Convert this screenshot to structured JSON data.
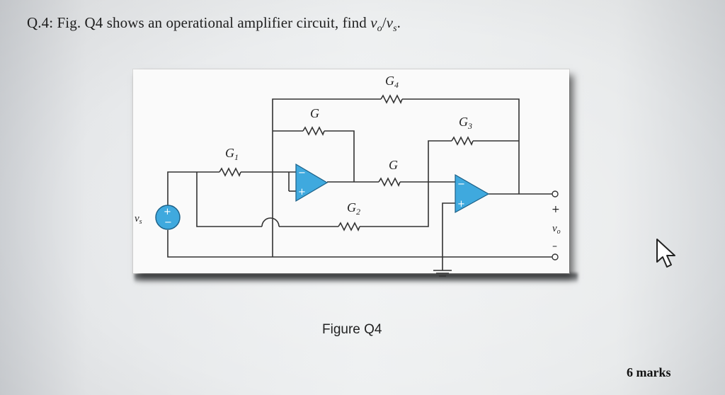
{
  "question": {
    "prefix": "Q.4: Fig. Q4 shows an operational amplifier circuit, find ",
    "ratio_num": "v",
    "ratio_num_sub": "o",
    "ratio_sep": "/",
    "ratio_den": "v",
    "ratio_den_sub": "s",
    "suffix": "."
  },
  "circuit": {
    "labels": {
      "g4": "G",
      "g4_sub": "4",
      "g_top": "G",
      "g3": "G",
      "g3_sub": "3",
      "g1": "G",
      "g1_sub": "1",
      "g_mid": "G",
      "g2": "G",
      "g2_sub": "2",
      "vs": "v",
      "vs_sub": "s",
      "vo": "v",
      "vo_sub": "o",
      "out_plus": "+",
      "out_minus": "–",
      "opamp_minus": "−",
      "opamp_plus": "+",
      "src_plus": "+",
      "src_minus": "−"
    },
    "colors": {
      "opamp_fill": "#3fa9de",
      "wire": "#333333",
      "source_fill": "#3fa9de"
    }
  },
  "caption": "Figure Q4",
  "marks": "6 marks"
}
